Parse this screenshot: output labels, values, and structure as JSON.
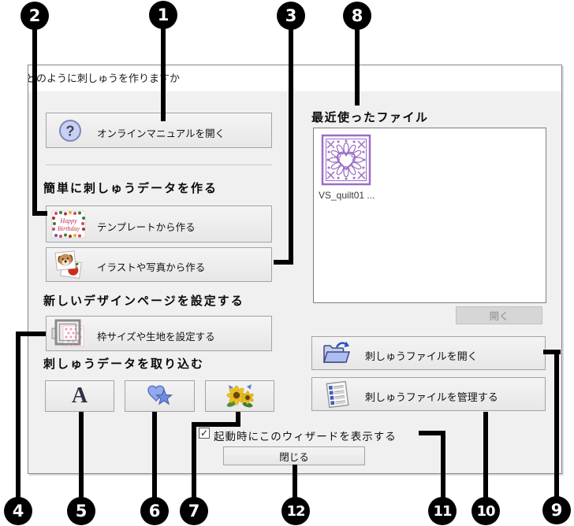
{
  "window": {
    "title": "どのように刺しゅうを作りますか"
  },
  "manual_button": {
    "label": "オンラインマニュアルを開く"
  },
  "sections": {
    "easy_create": {
      "heading": "簡単に刺しゅうデータを作る",
      "template_button": "テンプレートから作る",
      "illustration_button": "イラストや写真から作る"
    },
    "design_page": {
      "heading": "新しいデザインページを設定する",
      "hoop_button": "枠サイズや生地を設定する"
    },
    "import": {
      "heading": "刺しゅうデータを取り込む"
    }
  },
  "recent_files": {
    "heading": "最近使ったファイル",
    "file_name": "VS_quilt01 ...",
    "open_button": "開く",
    "open_button_enabled": false
  },
  "file_buttons": {
    "open_file": "刺しゅうファイルを開く",
    "manage_files": "刺しゅうファイルを管理する"
  },
  "footer": {
    "checkbox_label": "起動時にこのウィザードを表示する",
    "checkbox_checked": true,
    "close_button": "閉じる"
  },
  "icons": {
    "question_glyph": "?",
    "letter_a_glyph": "A",
    "check_glyph": "✓",
    "template_text_line1": "Happy",
    "template_text_line2": "Birthday"
  },
  "callouts": {
    "c1": "1",
    "c2": "2",
    "c3": "3",
    "c4": "4",
    "c5": "5",
    "c6": "6",
    "c7": "7",
    "c8": "8",
    "c9": "9",
    "c10": "10",
    "c11": "11",
    "c12": "12"
  },
  "colors": {
    "badge": "#000000",
    "dialog_bg": "#f0f0f0",
    "icon_blue": "#c3cdf2",
    "design_purple": "#9a6ec6",
    "disabled_text": "#8d8d8d"
  }
}
